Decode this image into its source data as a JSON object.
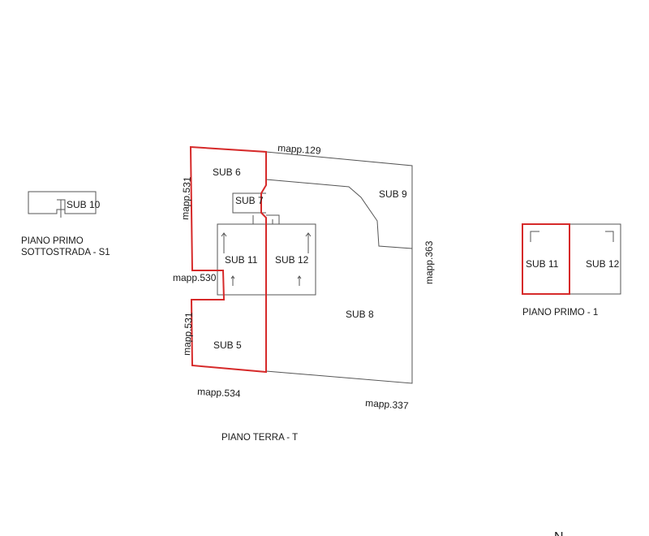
{
  "colors": {
    "highlight": "#d62a2a",
    "line": "#555555",
    "text": "#1a1a1a",
    "background": "#ffffff"
  },
  "floor_s1": {
    "caption_line1": "PIANO PRIMO",
    "caption_line2": "SOTTOSTRADA - S1",
    "units": {
      "sub10": "SUB 10"
    }
  },
  "floor_t": {
    "caption": "PIANO TERRA - T",
    "units": {
      "sub6": "SUB 6",
      "sub7": "SUB 7",
      "sub9": "SUB 9",
      "sub11": "SUB 11",
      "sub12": "SUB 12",
      "sub8": "SUB 8",
      "sub5": "SUB 5"
    },
    "parcels": {
      "north": "mapp.129",
      "west_upper": "mapp.531",
      "west_middle": "mapp.530",
      "west_lower": "mapp.531",
      "east": "mapp.363",
      "south_west": "mapp.534",
      "south_east": "mapp.337"
    }
  },
  "floor_1": {
    "caption": "PIANO PRIMO - 1",
    "units": {
      "sub11": "SUB 11",
      "sub12": "SUB 12"
    }
  },
  "compass": {
    "north_letter": "N"
  }
}
